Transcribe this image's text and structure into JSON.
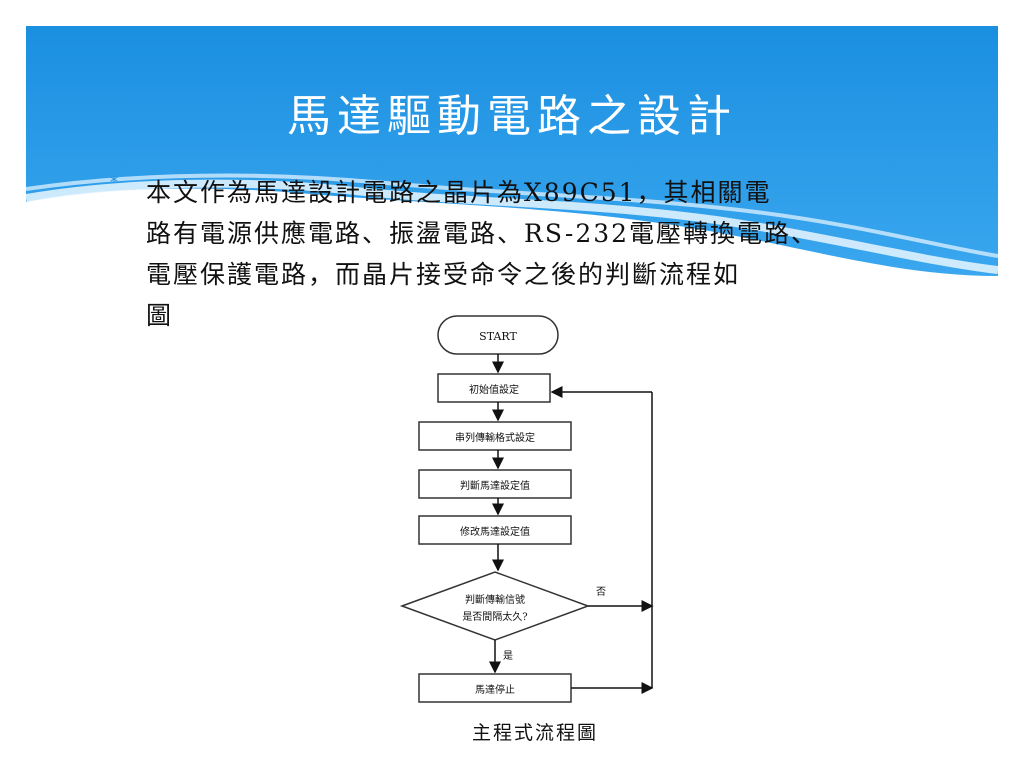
{
  "slide": {
    "title": "馬達驅動電路之設計",
    "bullet": "本文作為馬達設計電路之晶片為X89C51，其相關電\n路有電源供應電路、振盪電路、RS-232電壓轉換電路、\n電壓保護電路，而晶片接受命令之後的判斷流程如\n圖",
    "caption": "主程式流程圖"
  },
  "flowchart": {
    "start": "START",
    "step1": "初始值設定",
    "step2": "串列傳輸格式設定",
    "step3": "判斷馬達設定值",
    "step4": "修改馬達設定值",
    "decision_line1": "判斷傳輸信號",
    "decision_line2": "是否間隔太久?",
    "no_label": "否",
    "yes_label": "是",
    "end": "馬達停止"
  },
  "colors": {
    "header_blue_top": "#1b8fe0",
    "header_blue_bottom": "#3aa7ef",
    "wave_white": "#ffffff",
    "bullet_marker": "#1f8bd8",
    "text": "#111111"
  },
  "icons": {
    "bullet": "asterisk-icon"
  }
}
